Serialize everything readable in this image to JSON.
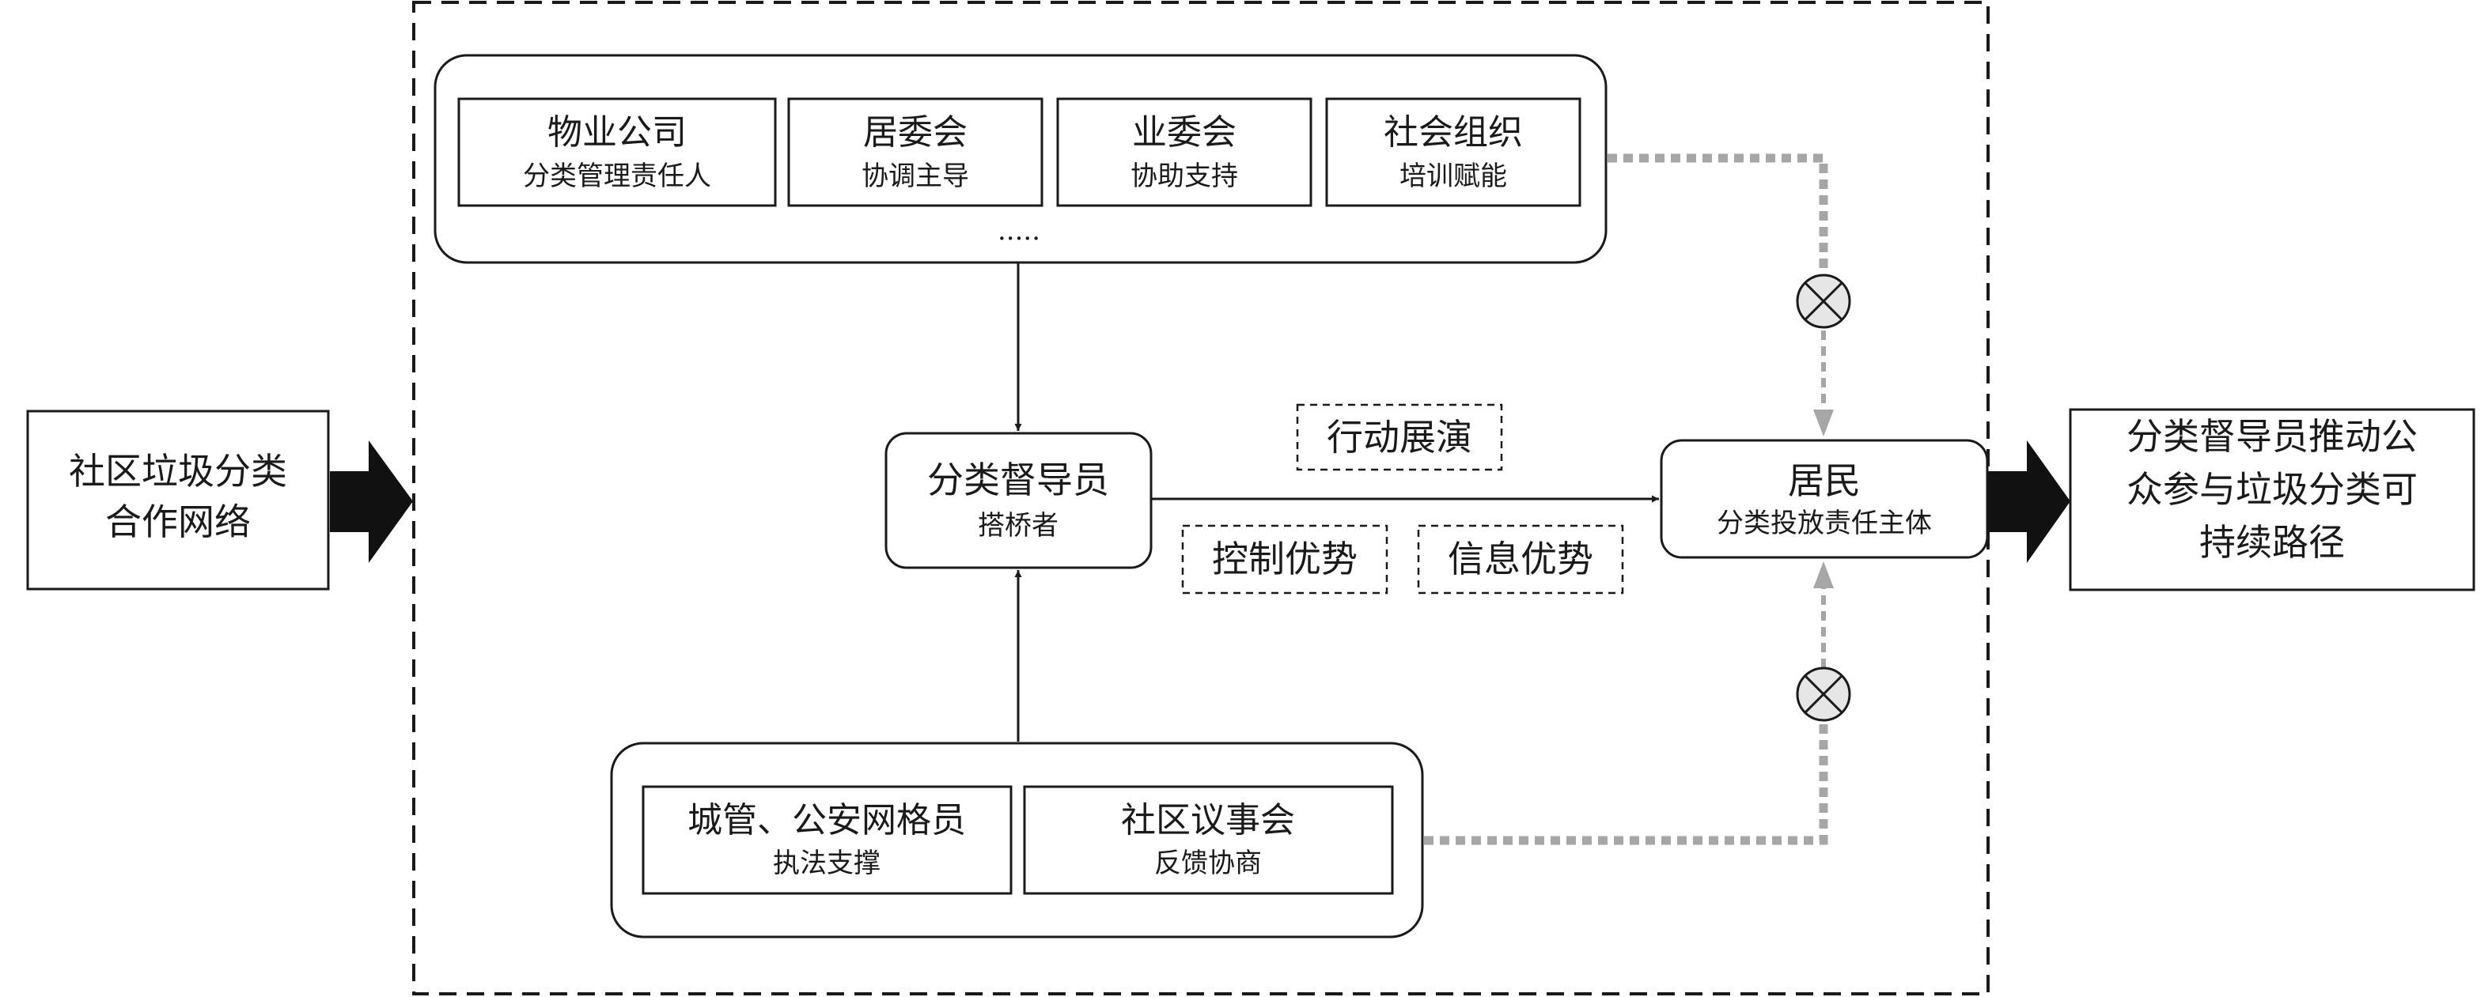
{
  "input_box": {
    "lines": [
      "社区垃圾分类",
      "合作网络"
    ]
  },
  "output_box": {
    "lines": [
      "分类督导员推动公",
      "众参与垃圾分类可",
      "持续路径"
    ]
  },
  "top_group": {
    "items": [
      {
        "title": "物业公司",
        "role": "分类管理责任人"
      },
      {
        "title": "居委会",
        "role": "协调主导"
      },
      {
        "title": "业委会",
        "role": "协助支持"
      },
      {
        "title": "社会组织",
        "role": "培训赋能"
      }
    ],
    "ellipsis": "....."
  },
  "bottom_group": {
    "items": [
      {
        "title": "城管、公安网格员",
        "role": "执法支撑"
      },
      {
        "title": "社区议事会",
        "role": "反馈协商"
      }
    ]
  },
  "supervisor": {
    "title": "分类督导员",
    "role": "搭桥者"
  },
  "residents": {
    "title": "居民",
    "role": "分类投放责任主体"
  },
  "labels": {
    "action": "行动展演",
    "control": "控制优势",
    "info": "信息优势"
  },
  "colors": {
    "line": "#1a1a1a",
    "dashed_gray": "#a6a6a6",
    "junction_fill": "#e6e6e6"
  }
}
